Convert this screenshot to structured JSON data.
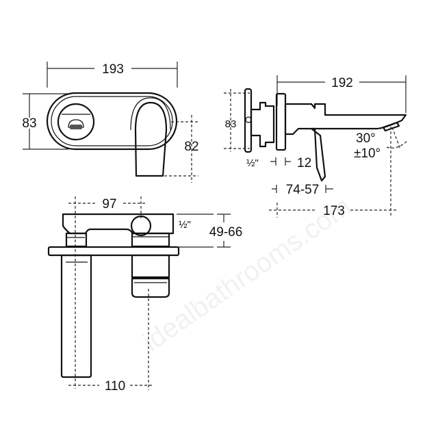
{
  "watermark": "idealbathrooms.com",
  "front_view": {
    "width": "193",
    "plate_height": "83",
    "lever_height": "82"
  },
  "side_view": {
    "length": "192",
    "height": "83",
    "thread": "½\"",
    "plate_thickness": "12",
    "adjust_range": "74-57",
    "projection": "173",
    "angle": "30°",
    "angle_tolerance": "±10°"
  },
  "top_view": {
    "centres": "97",
    "thread": "½\"",
    "wall_depth": "49-66",
    "spout_offset": "110"
  }
}
